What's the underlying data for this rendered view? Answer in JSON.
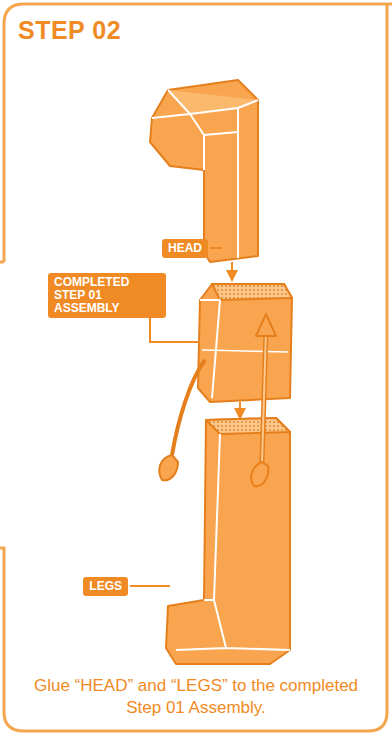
{
  "diagram": {
    "title": "STEP 02",
    "caption": "Glue “HEAD” and “LEGS” to the completed Step 01 Assembly.",
    "nodes": [
      {
        "text": [
          "HEAD"
        ]
      },
      {
        "text": [
          "COMPLETED STEP 01 ASSEMBLY"
        ]
      },
      {
        "text": [
          "LEGS"
        ]
      }
    ]
  }
}
